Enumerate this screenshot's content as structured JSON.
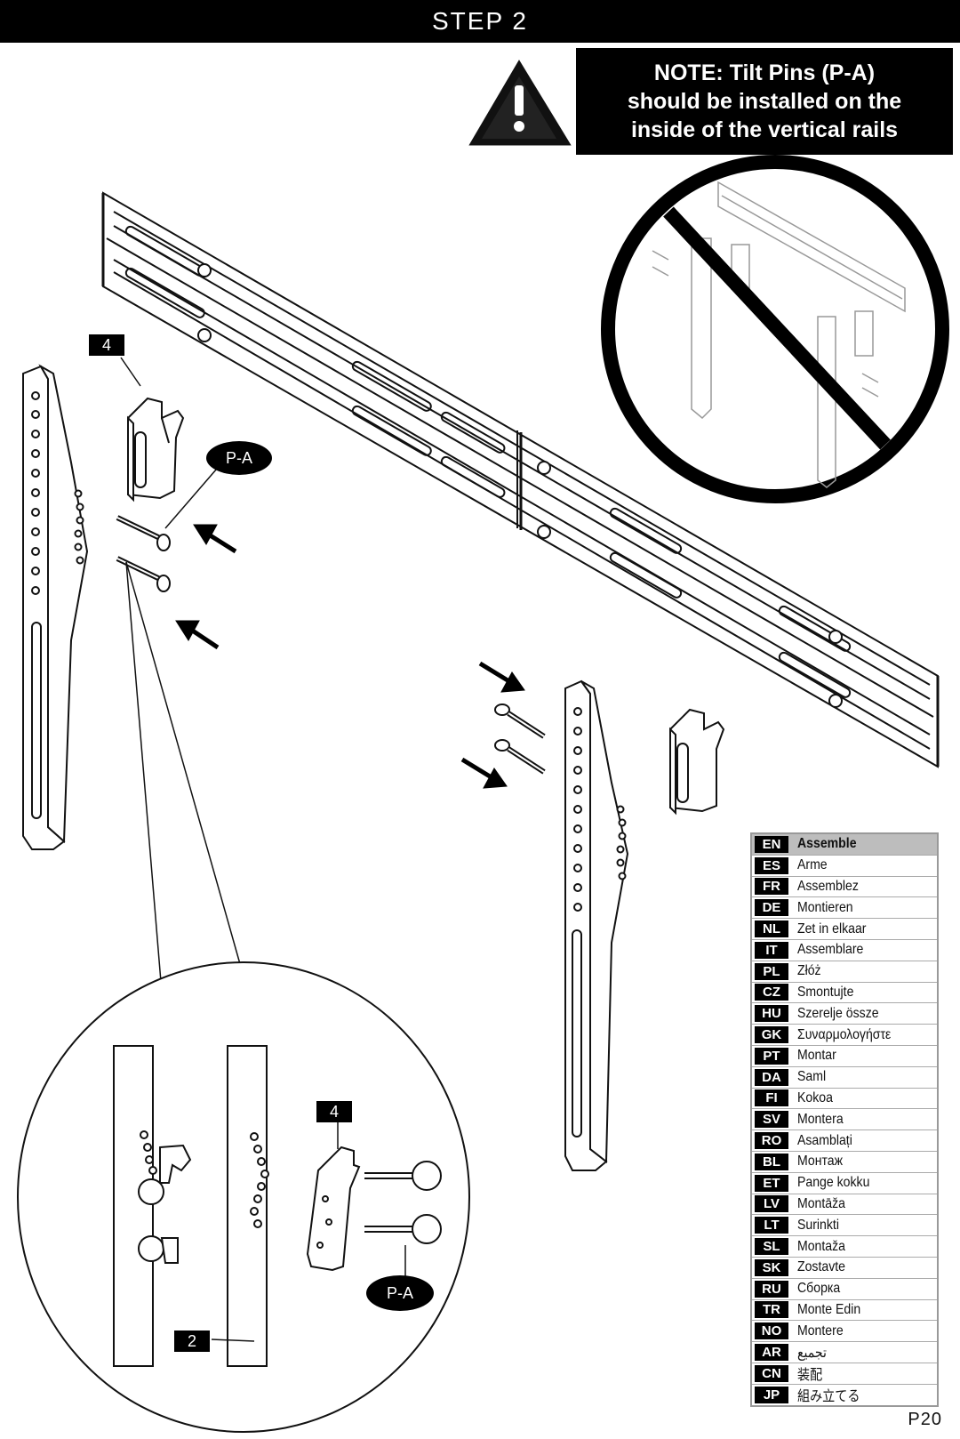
{
  "header": {
    "step_label": "STEP 2"
  },
  "note": {
    "line1": "NOTE: Tilt Pins (P-A)",
    "line2": "should be installed on the",
    "line3": "inside of the vertical rails"
  },
  "callouts": {
    "part4_top": "4",
    "pa_top": "P-A",
    "part4_detail": "4",
    "pa_detail": "P-A",
    "part2_detail": "2"
  },
  "languages": [
    {
      "code": "EN",
      "word": "Assemble"
    },
    {
      "code": "ES",
      "word": "Arme"
    },
    {
      "code": "FR",
      "word": "Assemblez"
    },
    {
      "code": "DE",
      "word": "Montieren"
    },
    {
      "code": "NL",
      "word": "Zet in elkaar"
    },
    {
      "code": "IT",
      "word": "Assemblare"
    },
    {
      "code": "PL",
      "word": "Złóż"
    },
    {
      "code": "CZ",
      "word": "Smontujte"
    },
    {
      "code": "HU",
      "word": "Szerelje össze"
    },
    {
      "code": "GK",
      "word": "Συναρμολογήστε"
    },
    {
      "code": "PT",
      "word": "Montar"
    },
    {
      "code": "DA",
      "word": "Saml"
    },
    {
      "code": "FI",
      "word": "Kokoa"
    },
    {
      "code": "SV",
      "word": "Montera"
    },
    {
      "code": "RO",
      "word": "Asamblați"
    },
    {
      "code": "BL",
      "word": "Монтаж"
    },
    {
      "code": "ET",
      "word": "Pange kokku"
    },
    {
      "code": "LV",
      "word": "Montāža"
    },
    {
      "code": "LT",
      "word": "Surinkti"
    },
    {
      "code": "SL",
      "word": "Montaža"
    },
    {
      "code": "SK",
      "word": "Zostavte"
    },
    {
      "code": "RU",
      "word": "Сборка"
    },
    {
      "code": "TR",
      "word": "Monte Edin"
    },
    {
      "code": "NO",
      "word": "Montere"
    },
    {
      "code": "AR",
      "word": "تجميع"
    },
    {
      "code": "CN",
      "word": "装配"
    },
    {
      "code": "JP",
      "word": "組み立てる"
    }
  ],
  "footer": {
    "page_number": "P20"
  },
  "icons": {
    "warning": "warning-triangle-icon",
    "prohibited": "no-sign-icon"
  }
}
